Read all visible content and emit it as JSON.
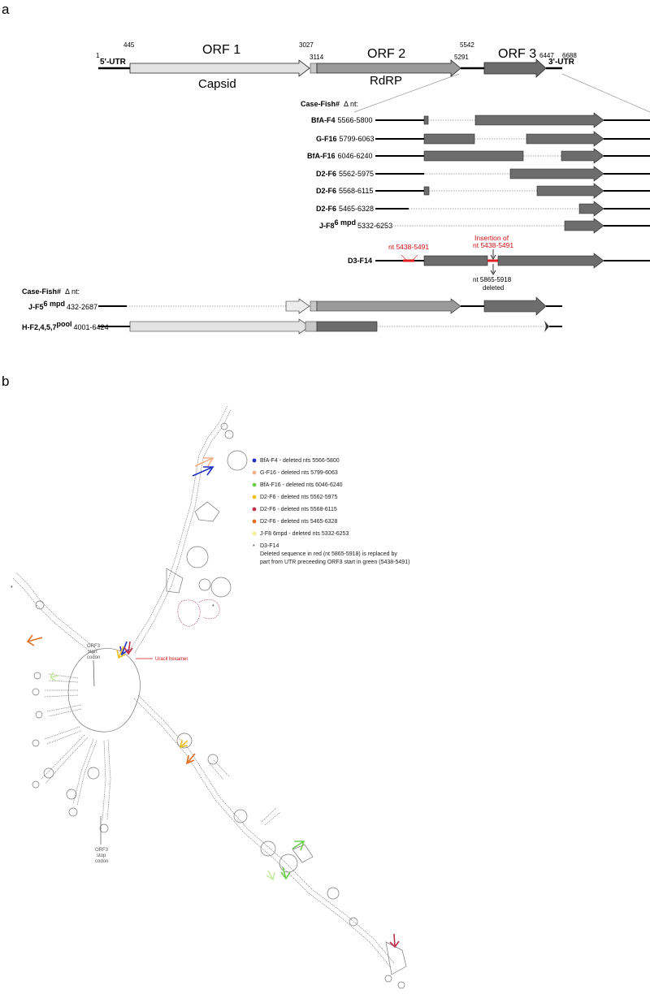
{
  "panel_a": {
    "label": "a",
    "genome": {
      "positions": [
        "1",
        "445",
        "3027",
        "3114",
        "5291",
        "5542",
        "6447",
        "6688"
      ],
      "utr5": "5'-UTR",
      "utr3": "3'-UTR",
      "orf1": {
        "name": "ORF 1",
        "product": "Capsid"
      },
      "orf2": {
        "name": "ORF 2",
        "product": "RdRP"
      },
      "orf3": {
        "name": "ORF 3"
      }
    },
    "header_right": {
      "case": "Case-Fish#",
      "delta": "Δ nt:"
    },
    "cases_right": [
      {
        "name": "BfA-F4",
        "sup": "",
        "range": "5566-5800"
      },
      {
        "name": "G-F16",
        "sup": "",
        "range": "5799-6063"
      },
      {
        "name": "BfA-F16",
        "sup": "",
        "range": "6046-6240"
      },
      {
        "name": "D2-F6",
        "sup": "",
        "range": "5562-5975"
      },
      {
        "name": "D2-F6",
        "sup": "",
        "range": "5568-6115"
      },
      {
        "name": "D2-F6",
        "sup": "",
        "range": "5465-6328"
      },
      {
        "name": "J-F8",
        "sup": "6 mpd",
        "range": "5332-6253"
      }
    ],
    "d3": {
      "name": "D3-F14",
      "left_label": "nt 5438-5491",
      "insertion_line1": "Insertion of",
      "insertion_line2": "nt 5438-5491",
      "deleted_line1": "nt 5865-5918",
      "deleted_line2": "deleted"
    },
    "header_left": {
      "case": "Case-Fish#",
      "delta": "Δ nt:"
    },
    "cases_left": [
      {
        "name": "J-F5",
        "sup": "6 mpd",
        "range": "432-2687"
      },
      {
        "name": "H-F2,4,5,7",
        "sup": "pool",
        "range": "4001-6424"
      }
    ]
  },
  "panel_b": {
    "label": "b",
    "legend": [
      {
        "text": "BfA-F4 - deleted nts 5566-5800",
        "color": "#1f2fbf"
      },
      {
        "text": "G-F16 - deleted nts 5799-6063",
        "color": "#f2b08a"
      },
      {
        "text": "BfA-F16 - deleted nts 6046-6240",
        "color": "#6fcf4f"
      },
      {
        "text": "D2-F6 - deleted nts 5562-5975",
        "color": "#f0c020"
      },
      {
        "text": "D2-F6 - deleted nts 5568-6115",
        "color": "#c0304a"
      },
      {
        "text": "D2-F6 - deleted nts 5465-6328",
        "color": "#e07020"
      },
      {
        "text": "J-F8 6mpd - deleted nts 5332-6253",
        "color": "#f4f08a"
      }
    ],
    "star_entry": {
      "marker": "*",
      "title": "D3-F14",
      "line1": "Deleted sequence in red (nt 5865-5918) is replaced by",
      "line2": "part from UTR preceeding ORF3 start in green (5438-5491)"
    },
    "annotations": {
      "start_1": "ORF3",
      "start_2": "start",
      "start_3": "codon",
      "uracil": "Uracil hexamer",
      "stop_1": "ORF3",
      "stop_2": "stop",
      "stop_3": "codon"
    },
    "stars": [
      "*",
      "*"
    ]
  }
}
